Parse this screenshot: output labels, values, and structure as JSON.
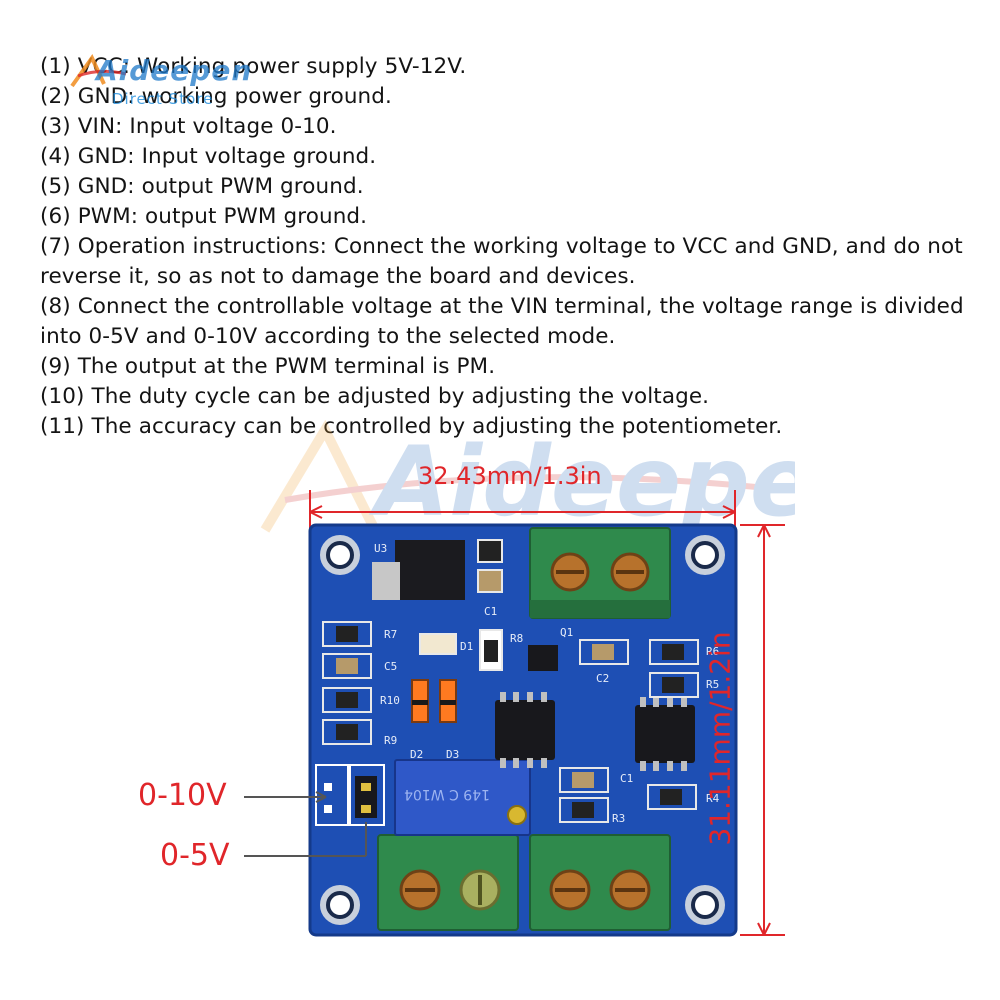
{
  "brand": {
    "logo_text": "Aideepen",
    "logo_subtext": "Direct Store",
    "watermark_text": "Aideepen"
  },
  "instructions": [
    "(1) VCC: Working power supply 5V-12V.",
    "(2) GND: working power ground.",
    "(3) VIN: Input voltage 0-10.",
    "(4) GND: Input voltage ground.",
    "(5) GND: output PWM ground.",
    "(6) PWM: output PWM ground.",
    "(7) Operation instructions: Connect the working voltage to VCC and GND, and do not reverse it, so as not to damage the board and devices.",
    "(8) Connect the controllable voltage at the VIN terminal, the voltage range is divided into 0-5V and 0-10V according to the selected mode.",
    "(9) The output at the PWM terminal is PM.",
    "(10) The duty cycle can be adjusted by adjusting the voltage.",
    "(11) The accuracy can be controlled by adjusting the potentiometer."
  ],
  "dimensions": {
    "width_label": "32.43mm/1.3in",
    "height_label": "31.11mm/1.2in",
    "jumper_10v_label": "0-10V",
    "jumper_5v_label": "0-5V"
  },
  "board": {
    "silkscreen": [
      "U3",
      "C1",
      "R7",
      "D1",
      "R8",
      "Q1",
      "C5",
      "R6",
      "C2",
      "R5",
      "R10",
      "R9",
      "D2",
      "D3",
      "C1",
      "R4",
      "R3"
    ],
    "potentiometer_text": "149 C W104",
    "colors": {
      "pcb": "#1e4fb4",
      "terminal": "#2f8a4c",
      "dimension": "#e0262a"
    }
  }
}
